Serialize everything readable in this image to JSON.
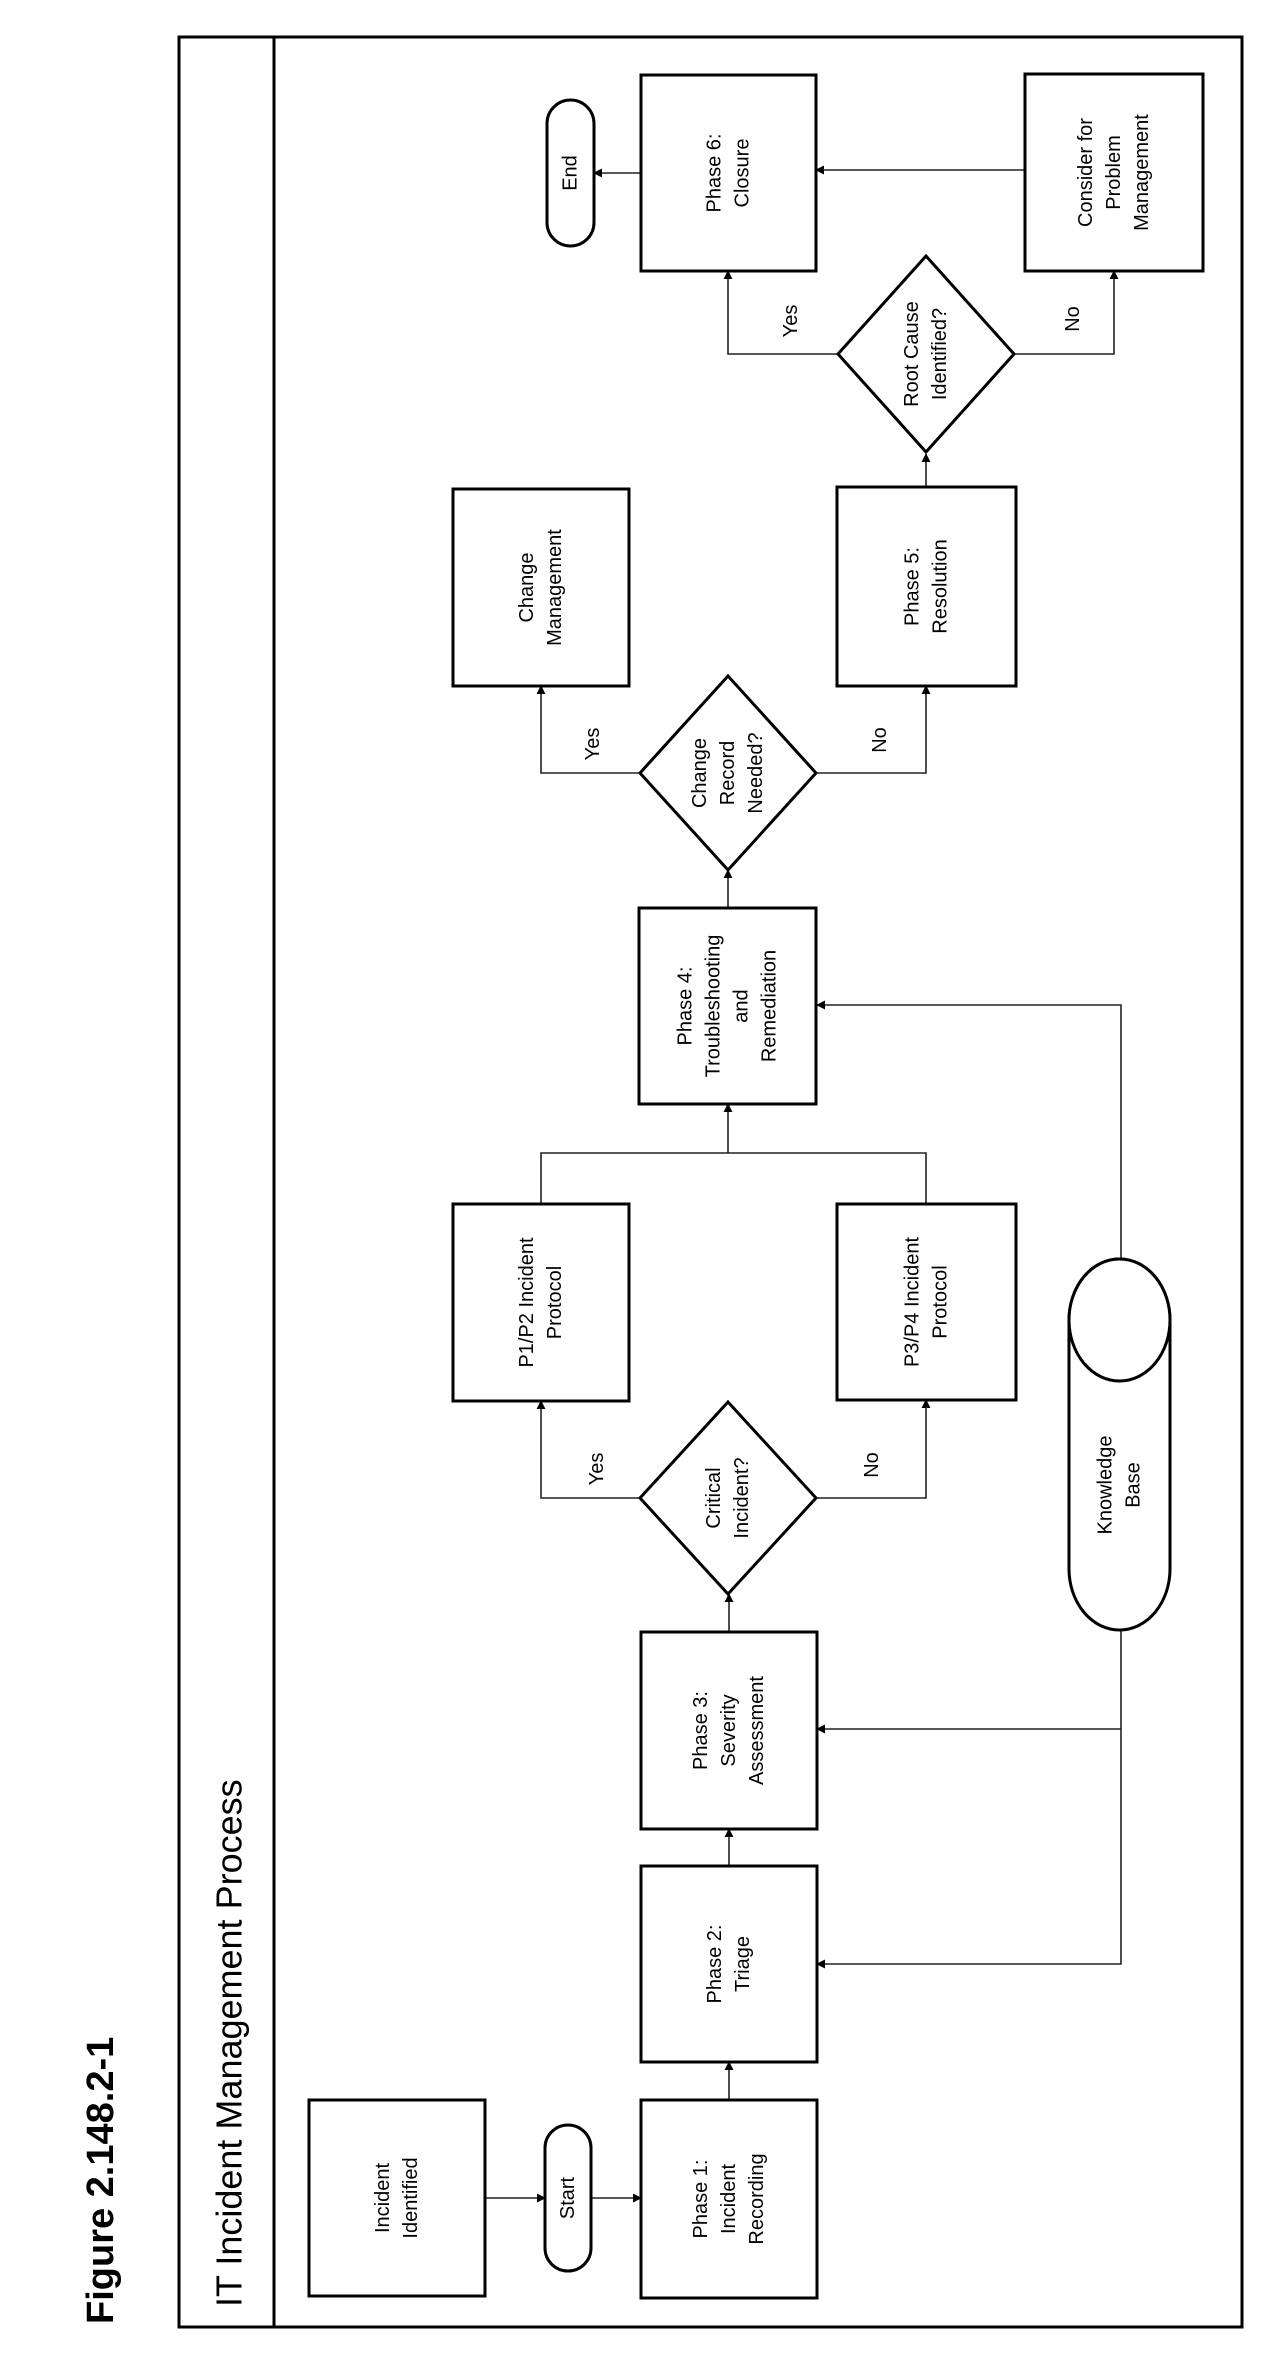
{
  "figure_label": "Figure 2.148.2-1",
  "title": "IT Incident Management Process",
  "colors": {
    "stroke": "#000000",
    "background": "#ffffff"
  },
  "nodes": {
    "incident_identified": {
      "shape": "process",
      "lines": [
        "Incident",
        "Identified"
      ]
    },
    "start": {
      "shape": "terminator",
      "lines": [
        "Start"
      ]
    },
    "phase1": {
      "shape": "process",
      "lines": [
        "Phase 1:",
        "Incident",
        "Recording"
      ]
    },
    "phase2": {
      "shape": "process",
      "lines": [
        "Phase 2:",
        "Triage"
      ]
    },
    "phase3": {
      "shape": "process",
      "lines": [
        "Phase 3:",
        "Severity",
        "Assessment"
      ]
    },
    "critical": {
      "shape": "decision",
      "lines": [
        "Critical",
        "Incident?"
      ]
    },
    "p1p2": {
      "shape": "process",
      "lines": [
        "P1/P2 Incident",
        "Protocol"
      ]
    },
    "p3p4": {
      "shape": "process",
      "lines": [
        "P3/P4 Incident",
        "Protocol"
      ]
    },
    "knowledge_base": {
      "shape": "database",
      "lines": [
        "Knowledge",
        "Base"
      ]
    },
    "phase4": {
      "shape": "process",
      "lines": [
        "Phase 4:",
        "Troubleshooting",
        "and",
        "Remediation"
      ]
    },
    "change_needed": {
      "shape": "decision",
      "lines": [
        "Change",
        "Record",
        "Needed?"
      ]
    },
    "change_mgmt": {
      "shape": "process",
      "lines": [
        "Change",
        "Management"
      ]
    },
    "phase5": {
      "shape": "process",
      "lines": [
        "Phase 5:",
        "Resolution"
      ]
    },
    "root_cause": {
      "shape": "decision",
      "lines": [
        "Root Cause",
        "Identified?"
      ]
    },
    "phase6": {
      "shape": "process",
      "lines": [
        "Phase 6:",
        "Closure"
      ]
    },
    "problem_mgmt": {
      "shape": "process",
      "lines": [
        "Consider for",
        "Problem",
        "Management"
      ]
    },
    "end": {
      "shape": "terminator",
      "lines": [
        "End"
      ]
    }
  },
  "edges": [
    {
      "from": "incident_identified",
      "to": "start"
    },
    {
      "from": "start",
      "to": "phase1"
    },
    {
      "from": "phase1",
      "to": "phase2"
    },
    {
      "from": "phase2",
      "to": "phase3"
    },
    {
      "from": "phase3",
      "to": "critical"
    },
    {
      "from": "critical",
      "to": "p1p2",
      "label": "Yes"
    },
    {
      "from": "critical",
      "to": "p3p4",
      "label": "No"
    },
    {
      "from": "p1p2",
      "to": "phase4"
    },
    {
      "from": "p3p4",
      "to": "phase4"
    },
    {
      "from": "knowledge_base",
      "to": "phase2"
    },
    {
      "from": "knowledge_base",
      "to": "phase3"
    },
    {
      "from": "knowledge_base",
      "to": "phase4"
    },
    {
      "from": "phase4",
      "to": "change_needed"
    },
    {
      "from": "change_needed",
      "to": "change_mgmt",
      "label": "Yes"
    },
    {
      "from": "change_needed",
      "to": "phase5",
      "label": "No"
    },
    {
      "from": "phase5",
      "to": "root_cause"
    },
    {
      "from": "root_cause",
      "to": "phase6",
      "label": "Yes"
    },
    {
      "from": "root_cause",
      "to": "problem_mgmt",
      "label": "No"
    },
    {
      "from": "problem_mgmt",
      "to": "phase6"
    },
    {
      "from": "phase6",
      "to": "end"
    }
  ]
}
